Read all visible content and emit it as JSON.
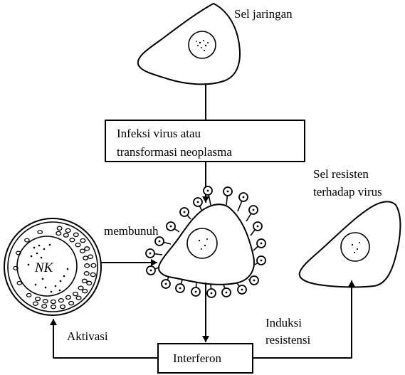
{
  "labels": {
    "tissue_cell": "Sel jaringan",
    "infection_line1": "Infeksi virus atau",
    "infection_line2": "transformasi neoplasma",
    "resistant_line1": "Sel resisten",
    "resistant_line2": "terhadap virus",
    "kill": "membunuh",
    "nk": "NK",
    "activation": "Aktivasi",
    "induction_line1": "Induksi",
    "induction_line2": "resistensi",
    "interferon": "Interferon"
  }
}
